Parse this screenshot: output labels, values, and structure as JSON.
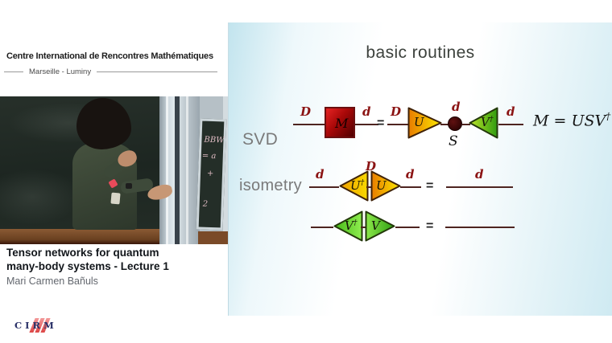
{
  "left_panel": {
    "institute": "Centre International de Rencontres Mathématiques",
    "location": "Marseille - Luminy",
    "lecture_title_line1": "Tensor networks for quantum",
    "lecture_title_line2": "many-body systems - Lecture 1",
    "speaker": "Mari Carmen Bañuls",
    "logo": "CIRM",
    "chalkboard": {
      "lines": [
        "BBW",
        "= a",
        "+",
        "2"
      ]
    }
  },
  "slide": {
    "title": "basic routines",
    "svd": {
      "label": "SVD",
      "bond_D_left": "D",
      "tensor_M": "M",
      "bond_d_mid": "d",
      "equals": "=",
      "bond_D_right": "D",
      "tensor_U": "U",
      "bond_d_top": "d",
      "singular_S": "S",
      "tensor_V": "V",
      "dagger": "†",
      "bond_d_right": "d",
      "formula_base": "M = USV",
      "formula_sup": "†"
    },
    "isometry": {
      "label": "isometry",
      "row1": {
        "bond_d_left": "d",
        "tensor_Udag": "U",
        "dagger": "†",
        "bond_D_top": "D",
        "tensor_U": "U",
        "bond_d_right": "d",
        "equals": "=",
        "result_bond_d": "d"
      },
      "row2": {
        "tensor_Vdag": "V",
        "dagger": "†",
        "tensor_V": "V",
        "equals": "="
      }
    }
  },
  "colors": {
    "slide_accent_blue": "#c2e4ee",
    "tensor_red": "#a80808",
    "tensor_orange": "#f2a400",
    "tensor_green_svd": "#55b010",
    "tensor_green_bright": "#55c822",
    "bond_line": "#4e2420",
    "bond_label": "#8b1414",
    "logo_navy": "#2a3168",
    "logo_red": "#d83030"
  }
}
